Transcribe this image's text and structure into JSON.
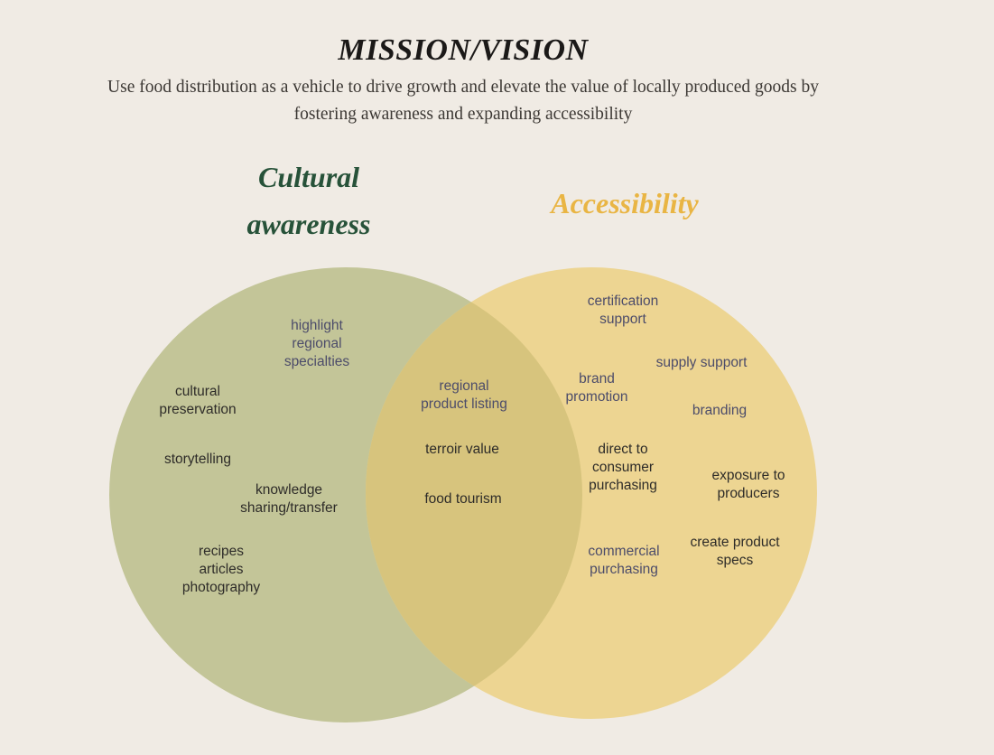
{
  "header": {
    "title": "MISSION/VISION",
    "subtitle": "Use food distribution as a vehicle to drive growth and elevate the value of locally produced goods by fostering awareness and expanding accessibility"
  },
  "colors": {
    "bg": "#F0EBE4",
    "left_circle": "#C3C598",
    "right_circle": "#EDD592",
    "overlap_circle": "#D7C47D",
    "left_title": "#275239",
    "right_title": "#E9B544",
    "ink_dark": "#2E2C29",
    "ink_slate": "#4C4C6A",
    "title_ink": "#1B1918",
    "subtitle_ink": "#3C3834"
  },
  "venn": {
    "left": {
      "label": "Cultural\nawareness",
      "items": [
        {
          "text": "highlight\nregional\nspecialties",
          "tone": "slate"
        },
        {
          "text": "cultural\npreservation",
          "tone": "dark"
        },
        {
          "text": "storytelling",
          "tone": "dark"
        },
        {
          "text": "knowledge\nsharing/transfer",
          "tone": "dark"
        },
        {
          "text": "recipes\narticles\nphotography",
          "tone": "dark"
        }
      ]
    },
    "overlap": {
      "items": [
        {
          "text": "regional\nproduct listing",
          "tone": "slate"
        },
        {
          "text": "terroir value",
          "tone": "dark"
        },
        {
          "text": "food tourism",
          "tone": "dark"
        }
      ]
    },
    "right": {
      "label": "Accessibility",
      "items": [
        {
          "text": "certification\nsupport",
          "tone": "slate"
        },
        {
          "text": "supply support",
          "tone": "slate"
        },
        {
          "text": "brand\npromotion",
          "tone": "slate"
        },
        {
          "text": "branding",
          "tone": "slate"
        },
        {
          "text": "direct to\nconsumer\npurchasing",
          "tone": "dark"
        },
        {
          "text": "exposure to\nproducers",
          "tone": "dark"
        },
        {
          "text": "commercial\npurchasing",
          "tone": "slate"
        },
        {
          "text": "create product\nspecs",
          "tone": "dark"
        }
      ]
    }
  }
}
